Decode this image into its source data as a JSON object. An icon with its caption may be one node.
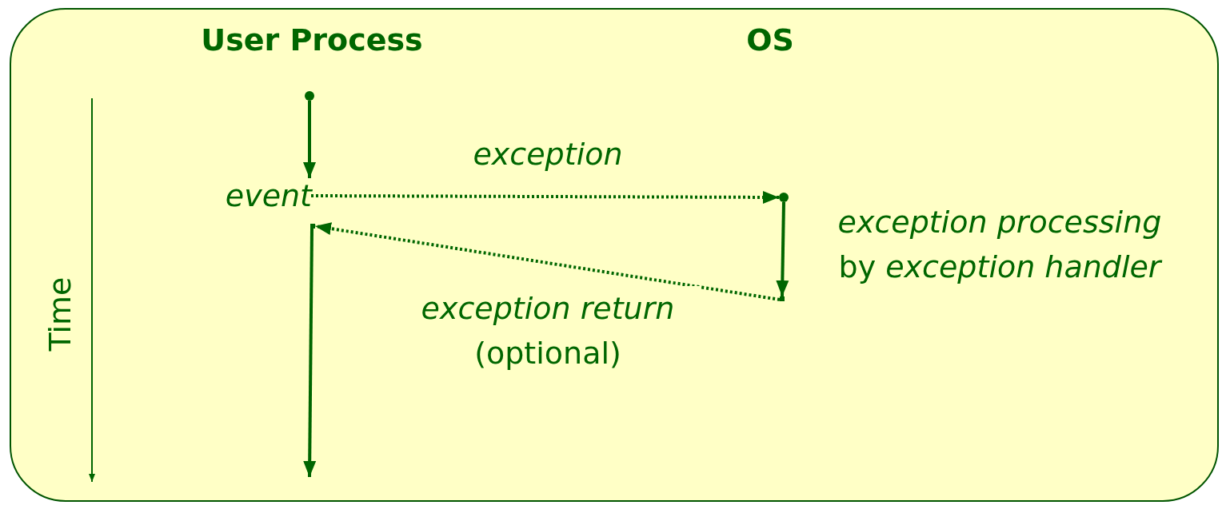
{
  "diagram": {
    "nodes": [
      {
        "text": [],
        "shape": "circle"
      },
      {
        "text": [
          "event"
        ]
      },
      {
        "text": [],
        "shape": "circle"
      },
      {
        "text": [],
        "shape": "point"
      },
      {
        "text": [],
        "shape": "point"
      }
    ],
    "edges": [
      {
        "from": 0,
        "to": 1,
        "arrow": "to"
      },
      {
        "from": 1,
        "to": 2,
        "arrow": "to",
        "style": "dashed",
        "label": "*exception*"
      },
      {
        "from": 2,
        "to": 3,
        "arrow": "to"
      },
      {
        "from": 3,
        "to": 4,
        "arrow": "to",
        "style": "dashed",
        "label": "*exception return* (optional)"
      },
      {
        "from": 4,
        "to": null,
        "arrow": "to"
      }
    ],
    "labels": [
      "User Process",
      "OS",
      "Time",
      "*exception processing* by *exception handler*"
    ]
  }
}
